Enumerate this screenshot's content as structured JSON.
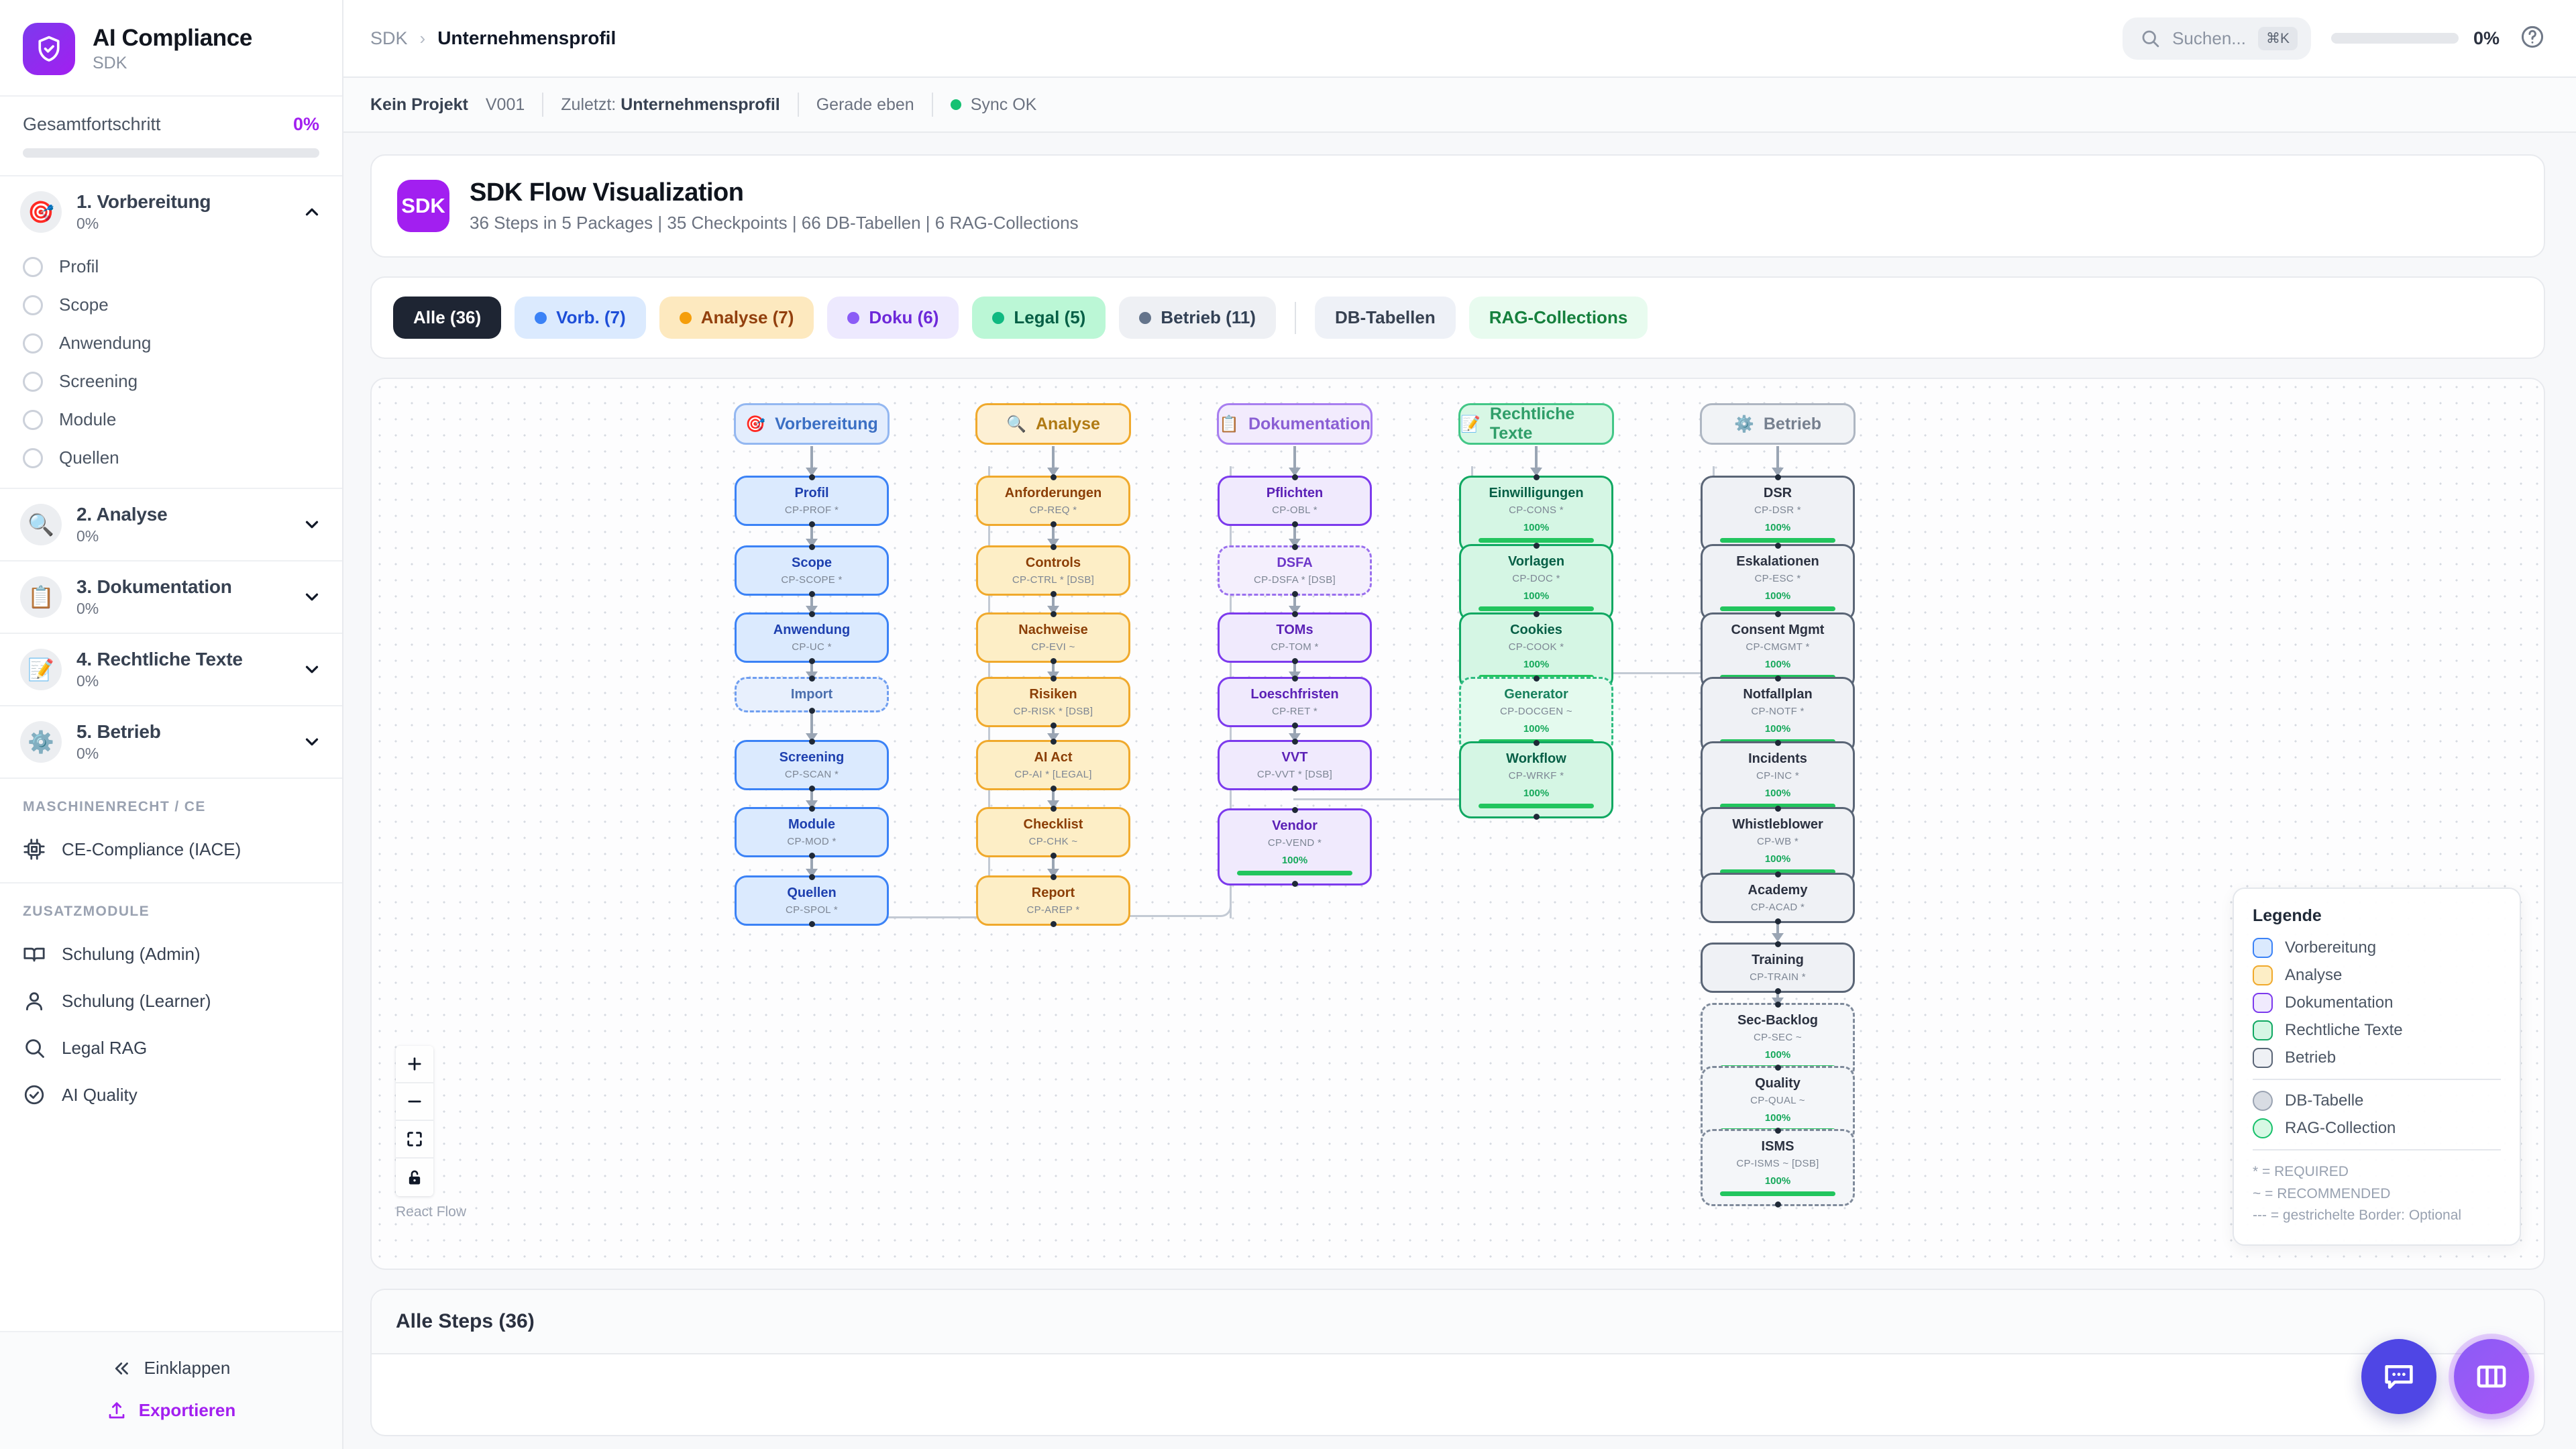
{
  "brand": {
    "title": "AI Compliance",
    "subtitle": "SDK",
    "logo_icon": "shield-check-icon",
    "accent": "#a21ff0"
  },
  "sidebar": {
    "overall_progress_label": "Gesamtfortschritt",
    "overall_progress_value": "0%",
    "sections": [
      {
        "emoji": "🎯",
        "title": "1. Vorbereitung",
        "percent": "0%",
        "expanded": true,
        "items": [
          "Profil",
          "Scope",
          "Anwendung",
          "Screening",
          "Module",
          "Quellen"
        ]
      },
      {
        "emoji": "🔍",
        "title": "2. Analyse",
        "percent": "0%",
        "expanded": false,
        "items": []
      },
      {
        "emoji": "📋",
        "title": "3. Dokumentation",
        "percent": "0%",
        "expanded": false,
        "items": []
      },
      {
        "emoji": "📝",
        "title": "4. Rechtliche Texte",
        "percent": "0%",
        "expanded": false,
        "items": []
      },
      {
        "emoji": "⚙️",
        "title": "5. Betrieb",
        "percent": "0%",
        "expanded": false,
        "items": []
      }
    ],
    "group_machinery_label": "MASCHINENRECHT / CE",
    "machinery_link": {
      "label": "CE-Compliance (IACE)",
      "icon": "chip-icon"
    },
    "group_modules_label": "ZUSATZMODULE",
    "module_links": [
      {
        "label": "Schulung (Admin)",
        "icon": "book-icon"
      },
      {
        "label": "Schulung (Learner)",
        "icon": "user-icon"
      },
      {
        "label": "Legal RAG",
        "icon": "search-icon"
      },
      {
        "label": "AI Quality",
        "icon": "check-circle-icon"
      }
    ],
    "collapse_label": "Einklappen",
    "export_label": "Exportieren"
  },
  "topbar": {
    "breadcrumb_root": "SDK",
    "breadcrumb_separator": "›",
    "breadcrumb_current": "Unternehmensprofil",
    "search_placeholder": "Suchen...",
    "search_shortcut": "⌘K",
    "progress_value": "0%",
    "help_icon": "help-circle-icon"
  },
  "metabar": {
    "project": "Kein Projekt",
    "version": "V001",
    "last_label": "Zuletzt:",
    "last_value": "Unternehmensprofil",
    "time": "Gerade eben",
    "sync_status": "Sync OK",
    "sync_color": "#16c172"
  },
  "hero": {
    "badge": "SDK",
    "title": "SDK Flow Visualization",
    "subtitle": "36 Steps in 5 Packages | 35 Checkpoints | 66 DB-Tabellen | 6 RAG-Collections"
  },
  "chips": [
    {
      "label": "Alle (36)",
      "dot": null,
      "bg": "#1e2533",
      "fg": "#ffffff",
      "active": true
    },
    {
      "label": "Vorb. (7)",
      "dot": "#3b82f6",
      "bg": "#dbeafe",
      "fg": "#1d4ed8",
      "active": false
    },
    {
      "label": "Analyse (7)",
      "dot": "#f59e0b",
      "bg": "#fde9bf",
      "fg": "#92400e",
      "active": false
    },
    {
      "label": "Doku (6)",
      "dot": "#8b5cf6",
      "bg": "#ede9fe",
      "fg": "#6d28d9",
      "active": false
    },
    {
      "label": "Legal (5)",
      "dot": "#10b981",
      "bg": "#bbf7d6",
      "fg": "#065f46",
      "active": false
    },
    {
      "label": "Betrieb (11)",
      "dot": "#64748b",
      "bg": "#eef0f4",
      "fg": "#334155",
      "active": false
    },
    {
      "label": "DB-Tabellen",
      "dot": null,
      "bg": "#eef1f7",
      "fg": "#374151",
      "active": false
    },
    {
      "label": "RAG-Collections",
      "dot": null,
      "bg": "#e8fbef",
      "fg": "#15803d",
      "active": false
    }
  ],
  "flow": {
    "lanes": [
      {
        "emoji": "🎯",
        "label": "Vorbereitung",
        "bg": "#e3edfd",
        "border": "#93b7f1",
        "fg": "#3b6fc4"
      },
      {
        "emoji": "🔍",
        "label": "Analyse",
        "bg": "#fdf0d4",
        "border": "#f0a92c",
        "fg": "#b07a13"
      },
      {
        "emoji": "📋",
        "label": "Dokumentation",
        "bg": "#f2ebfd",
        "border": "#a77ef0",
        "fg": "#8a5fd4"
      },
      {
        "emoji": "📝",
        "label": "Rechtliche Texte",
        "bg": "#d8f7e5",
        "border": "#43c787",
        "fg": "#2f9e69"
      },
      {
        "emoji": "⚙️",
        "label": "Betrieb",
        "bg": "#f1f3f6",
        "border": "#aeb6c2",
        "fg": "#76808f"
      }
    ],
    "columns": [
      {
        "key": "vorbereitung",
        "bg": "#dbeafe",
        "border": "#3b82f6",
        "fg": "#1e40af",
        "nodes": [
          {
            "title": "Profil",
            "code": "CP-PROF *",
            "dashed": false,
            "pct": null
          },
          {
            "title": "Scope",
            "code": "CP-SCOPE *",
            "dashed": false,
            "pct": null
          },
          {
            "title": "Anwendung",
            "code": "CP-UC *",
            "dashed": false,
            "pct": null
          },
          {
            "title": "Import",
            "code": "",
            "dashed": true,
            "pct": null
          },
          {
            "title": "Screening",
            "code": "CP-SCAN *",
            "dashed": false,
            "pct": null
          },
          {
            "title": "Module",
            "code": "CP-MOD *",
            "dashed": false,
            "pct": null
          },
          {
            "title": "Quellen",
            "code": "CP-SPOL *",
            "dashed": false,
            "pct": null
          }
        ]
      },
      {
        "key": "analyse",
        "bg": "#fdeec6",
        "border": "#f0a92c",
        "fg": "#8b3e06",
        "nodes": [
          {
            "title": "Anforderungen",
            "code": "CP-REQ *",
            "dashed": false,
            "pct": null
          },
          {
            "title": "Controls",
            "code": "CP-CTRL * [DSB]",
            "dashed": false,
            "pct": null
          },
          {
            "title": "Nachweise",
            "code": "CP-EVI ~",
            "dashed": false,
            "pct": null
          },
          {
            "title": "Risiken",
            "code": "CP-RISK * [DSB]",
            "dashed": false,
            "pct": null
          },
          {
            "title": "AI Act",
            "code": "CP-AI * [LEGAL]",
            "dashed": false,
            "pct": null
          },
          {
            "title": "Checklist",
            "code": "CP-CHK ~",
            "dashed": false,
            "pct": null
          },
          {
            "title": "Report",
            "code": "CP-AREP *",
            "dashed": false,
            "pct": null
          }
        ]
      },
      {
        "key": "dokumentation",
        "bg": "#f0eafd",
        "border": "#7c3aed",
        "fg": "#5b21b6",
        "nodes": [
          {
            "title": "Pflichten",
            "code": "CP-OBL *",
            "dashed": false,
            "pct": null
          },
          {
            "title": "DSFA",
            "code": "CP-DSFA * [DSB]",
            "dashed": true,
            "pct": null
          },
          {
            "title": "TOMs",
            "code": "CP-TOM *",
            "dashed": false,
            "pct": null
          },
          {
            "title": "Loeschfristen",
            "code": "CP-RET *",
            "dashed": false,
            "pct": null
          },
          {
            "title": "VVT",
            "code": "CP-VVT * [DSB]",
            "dashed": false,
            "pct": null
          },
          {
            "title": "Vendor",
            "code": "CP-VEND *",
            "dashed": false,
            "pct": "100%"
          }
        ]
      },
      {
        "key": "rechtliche",
        "bg": "#d5f6e4",
        "border": "#10a862",
        "fg": "#065f46",
        "nodes": [
          {
            "title": "Einwilligungen",
            "code": "CP-CONS *",
            "dashed": false,
            "pct": "100%"
          },
          {
            "title": "Vorlagen",
            "code": "CP-DOC *",
            "dashed": false,
            "pct": "100%"
          },
          {
            "title": "Cookies",
            "code": "CP-COOK *",
            "dashed": false,
            "pct": "100%"
          },
          {
            "title": "Generator",
            "code": "CP-DOCGEN ~",
            "dashed": true,
            "pct": "100%"
          },
          {
            "title": "Workflow",
            "code": "CP-WRKF *",
            "dashed": false,
            "pct": "100%"
          }
        ]
      },
      {
        "key": "betrieb",
        "bg": "#eff1f5",
        "border": "#5a6576",
        "fg": "#2b3140",
        "nodes": [
          {
            "title": "DSR",
            "code": "CP-DSR *",
            "dashed": false,
            "pct": "100%"
          },
          {
            "title": "Eskalationen",
            "code": "CP-ESC *",
            "dashed": false,
            "pct": "100%"
          },
          {
            "title": "Consent Mgmt",
            "code": "CP-CMGMT *",
            "dashed": false,
            "pct": "100%"
          },
          {
            "title": "Notfallplan",
            "code": "CP-NOTF *",
            "dashed": false,
            "pct": "100%"
          },
          {
            "title": "Incidents",
            "code": "CP-INC *",
            "dashed": false,
            "pct": "100%"
          },
          {
            "title": "Whistleblower",
            "code": "CP-WB *",
            "dashed": false,
            "pct": "100%"
          },
          {
            "title": "Academy",
            "code": "CP-ACAD *",
            "dashed": false,
            "pct": null
          },
          {
            "title": "Training",
            "code": "CP-TRAIN *",
            "dashed": false,
            "pct": null
          },
          {
            "title": "Sec-Backlog",
            "code": "CP-SEC ~",
            "dashed": true,
            "pct": "100%"
          },
          {
            "title": "Quality",
            "code": "CP-QUAL ~",
            "dashed": true,
            "pct": "100%"
          },
          {
            "title": "ISMS",
            "code": "CP-ISMS ~ [DSB]",
            "dashed": true,
            "pct": "100%"
          }
        ]
      }
    ],
    "legend": {
      "title": "Legende",
      "packages": [
        {
          "label": "Vorbereitung",
          "bg": "#dbeafe",
          "border": "#3b82f6"
        },
        {
          "label": "Analyse",
          "bg": "#fdeec6",
          "border": "#f0a92c"
        },
        {
          "label": "Dokumentation",
          "bg": "#f0eafd",
          "border": "#7c3aed"
        },
        {
          "label": "Rechtliche Texte",
          "bg": "#d5f6e4",
          "border": "#10a862"
        },
        {
          "label": "Betrieb",
          "bg": "#eff1f5",
          "border": "#5a6576"
        }
      ],
      "artifacts": [
        {
          "label": "DB-Tabelle",
          "bg": "#d8dce3",
          "border": "#9aa3b2"
        },
        {
          "label": "RAG-Collection",
          "bg": "#d7f8e4",
          "border": "#16c06a"
        }
      ],
      "notes": [
        "* = REQUIRED",
        "~ = RECOMMENDED",
        "--- = gestrichelte Border: Optional"
      ]
    },
    "zoom_controls": [
      "zoom-in-icon",
      "zoom-out-icon",
      "fit-view-icon",
      "lock-icon"
    ],
    "attribution": "React Flow"
  },
  "bottom": {
    "title": "Alle Steps (36)"
  },
  "fabs": [
    {
      "name": "chat-fab",
      "icon": "chat-bubble-icon"
    },
    {
      "name": "panel-fab",
      "icon": "columns-icon"
    }
  ]
}
